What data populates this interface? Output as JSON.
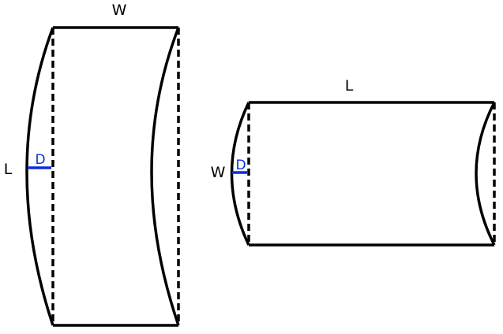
{
  "diagram": {
    "description": "Two rectangular plates showing bowing deflection D; left plate vertical (W wide, L tall), right plate horizontal (L wide, W tall)",
    "colors": {
      "outline": "#000000",
      "deflection": "#0a2fd6",
      "background": "#ffffff"
    },
    "left_shape": {
      "top_label": "W",
      "side_label": "L",
      "deflection_label": "D"
    },
    "right_shape": {
      "top_label": "L",
      "side_label": "W",
      "deflection_label": "D"
    }
  }
}
